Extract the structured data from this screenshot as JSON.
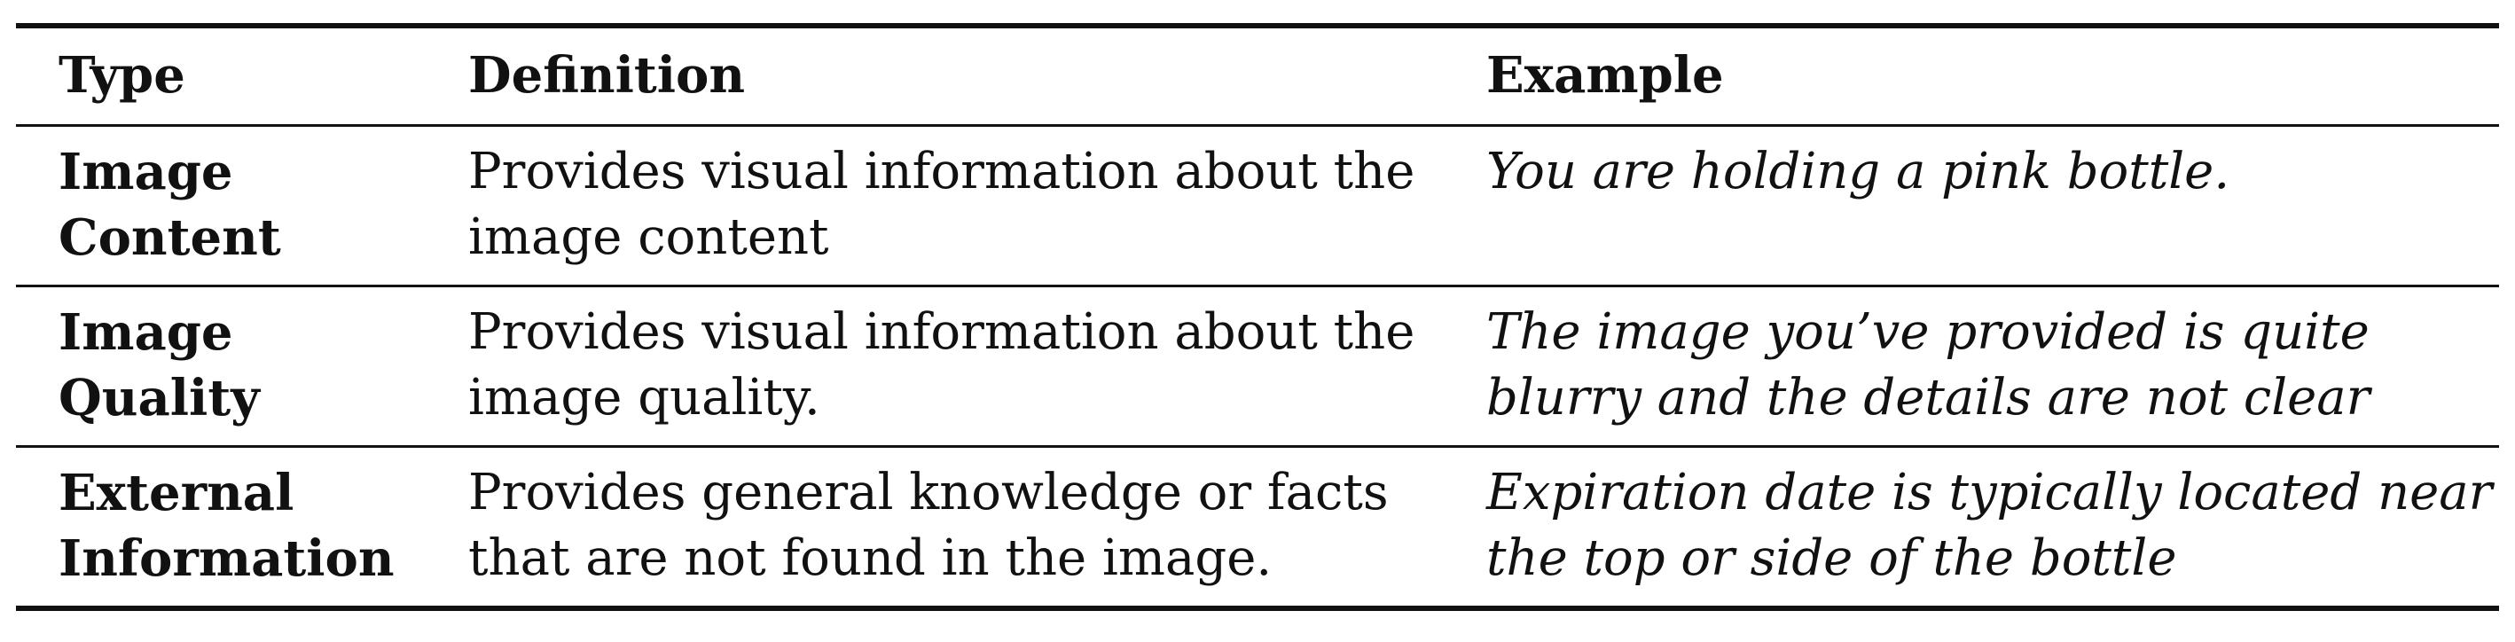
{
  "table": {
    "headers": [
      "Type",
      "Definition",
      "Example"
    ],
    "rows": [
      {
        "type_lines": [
          "Image",
          "Content"
        ],
        "definition": "Provides visual information about the image content",
        "example": "You are holding a pink bottle."
      },
      {
        "type_lines": [
          "Image",
          "Quality"
        ],
        "definition": "Provides visual information about the image quality.",
        "example": " The image you’ve provided is quite blurry and the details are not clear"
      },
      {
        "type_lines": [
          "External",
          "Information"
        ],
        "definition": "Provides general knowledge or facts that are not found in the image.",
        "example": "Expiration date is typically located near the top or side of the bottle"
      }
    ]
  }
}
